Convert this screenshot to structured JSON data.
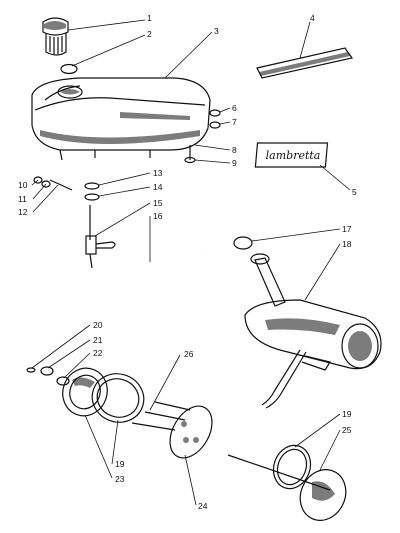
{
  "callouts": [
    "1",
    "2",
    "3",
    "4",
    "5",
    "6",
    "7",
    "8",
    "9",
    "10",
    "11",
    "12",
    "13",
    "14",
    "15",
    "16",
    "17",
    "18",
    "19",
    "20",
    "21",
    "22",
    "23",
    "24",
    "25",
    "26",
    "19"
  ],
  "badge_text": "lambretta"
}
